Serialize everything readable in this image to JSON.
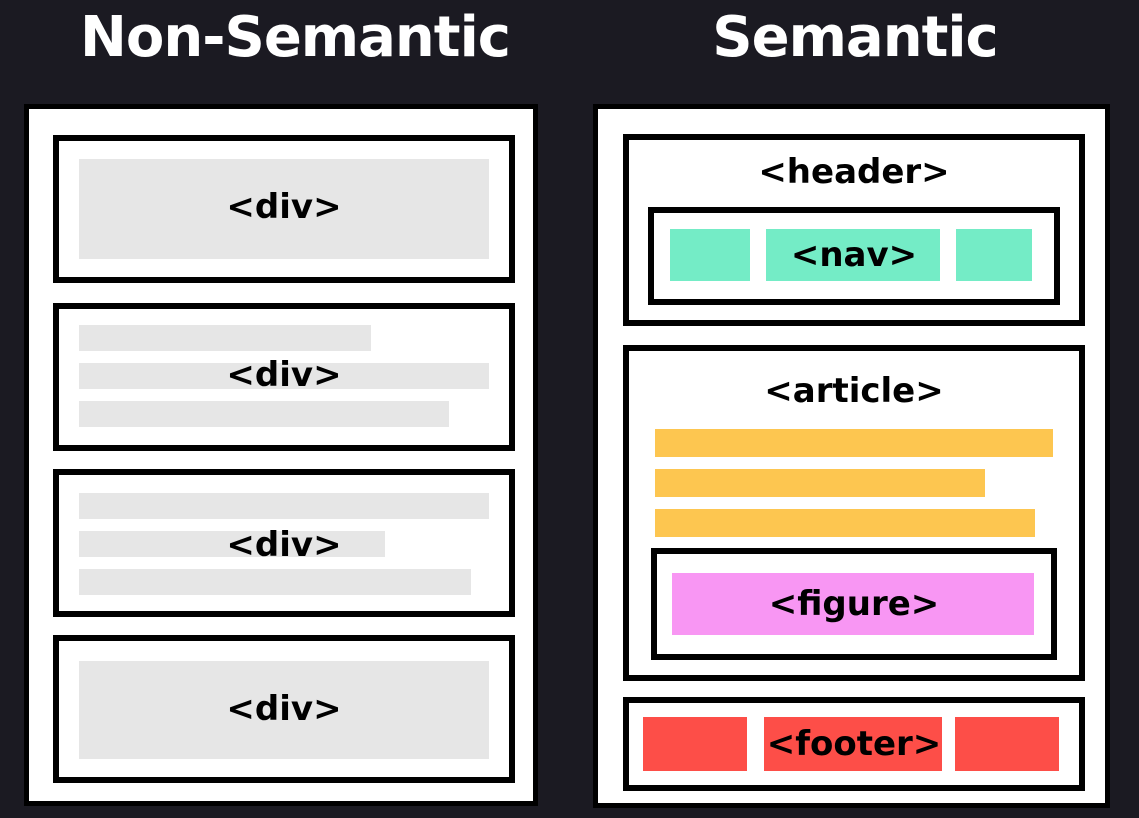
{
  "titles": {
    "left": "Non-Semantic",
    "right": "Semantic"
  },
  "colors": {
    "background": "#1b1a22",
    "gray": "#e6e6e6",
    "nav": "#74ecc6",
    "article": "#fdc650",
    "figure": "#f896f3",
    "footer": "#fd4e48"
  },
  "non_semantic": {
    "boxes": [
      "<div>",
      "<div>",
      "<div>",
      "<div>"
    ]
  },
  "semantic": {
    "header": "<header>",
    "nav": "<nav>",
    "article": "<article>",
    "figure": "<figure>",
    "footer": "<footer>"
  }
}
